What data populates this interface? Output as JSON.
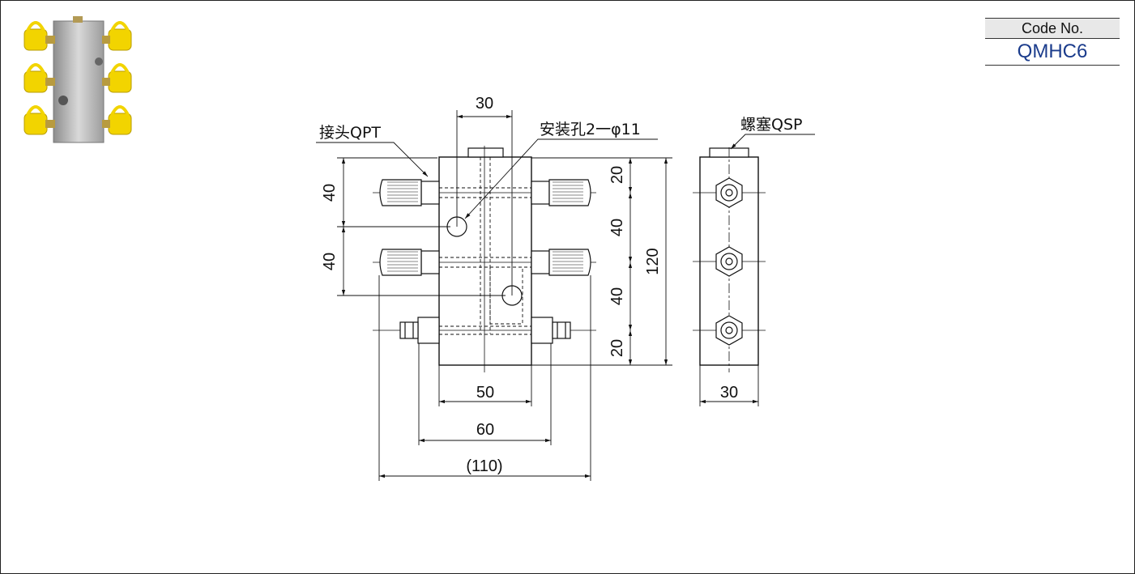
{
  "code_box": {
    "label": "Code No.",
    "value": "QMHC6"
  },
  "labels": {
    "joint": "接头QPT",
    "mount_hole": "安装孔2一φ11",
    "plug": "螺塞QSP"
  },
  "dimensions": {
    "top_width": "30",
    "left_pitch_upper": "40",
    "left_pitch_lower": "40",
    "right_top_margin": "20",
    "right_pitch_upper": "40",
    "right_pitch_lower": "40",
    "right_bottom_margin": "20",
    "total_height": "120",
    "body_width": "50",
    "fitting_span": "60",
    "overall_width": "(110)",
    "side_width": "30"
  },
  "colors": {
    "code_value": "#1b3c8c",
    "fitting_cap": "#f2d400",
    "body": "#c9c9c9"
  }
}
